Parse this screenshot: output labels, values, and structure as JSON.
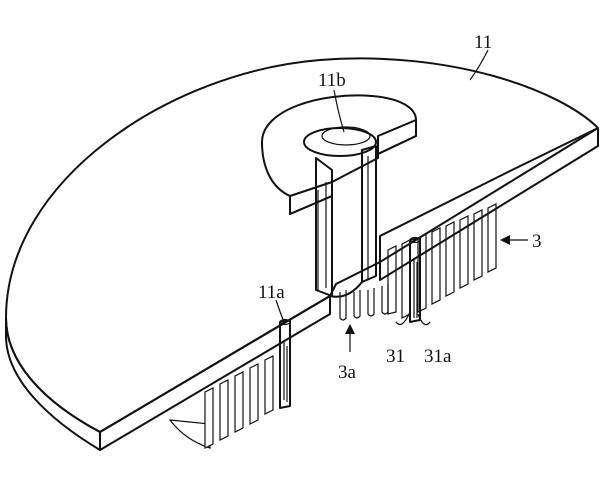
{
  "labels": {
    "plate": "11",
    "central_bore": "11b",
    "left_hole": "11a",
    "fin_assembly": "3",
    "fin_gap": "3a",
    "pin": "31",
    "pin_slot": "31a"
  }
}
